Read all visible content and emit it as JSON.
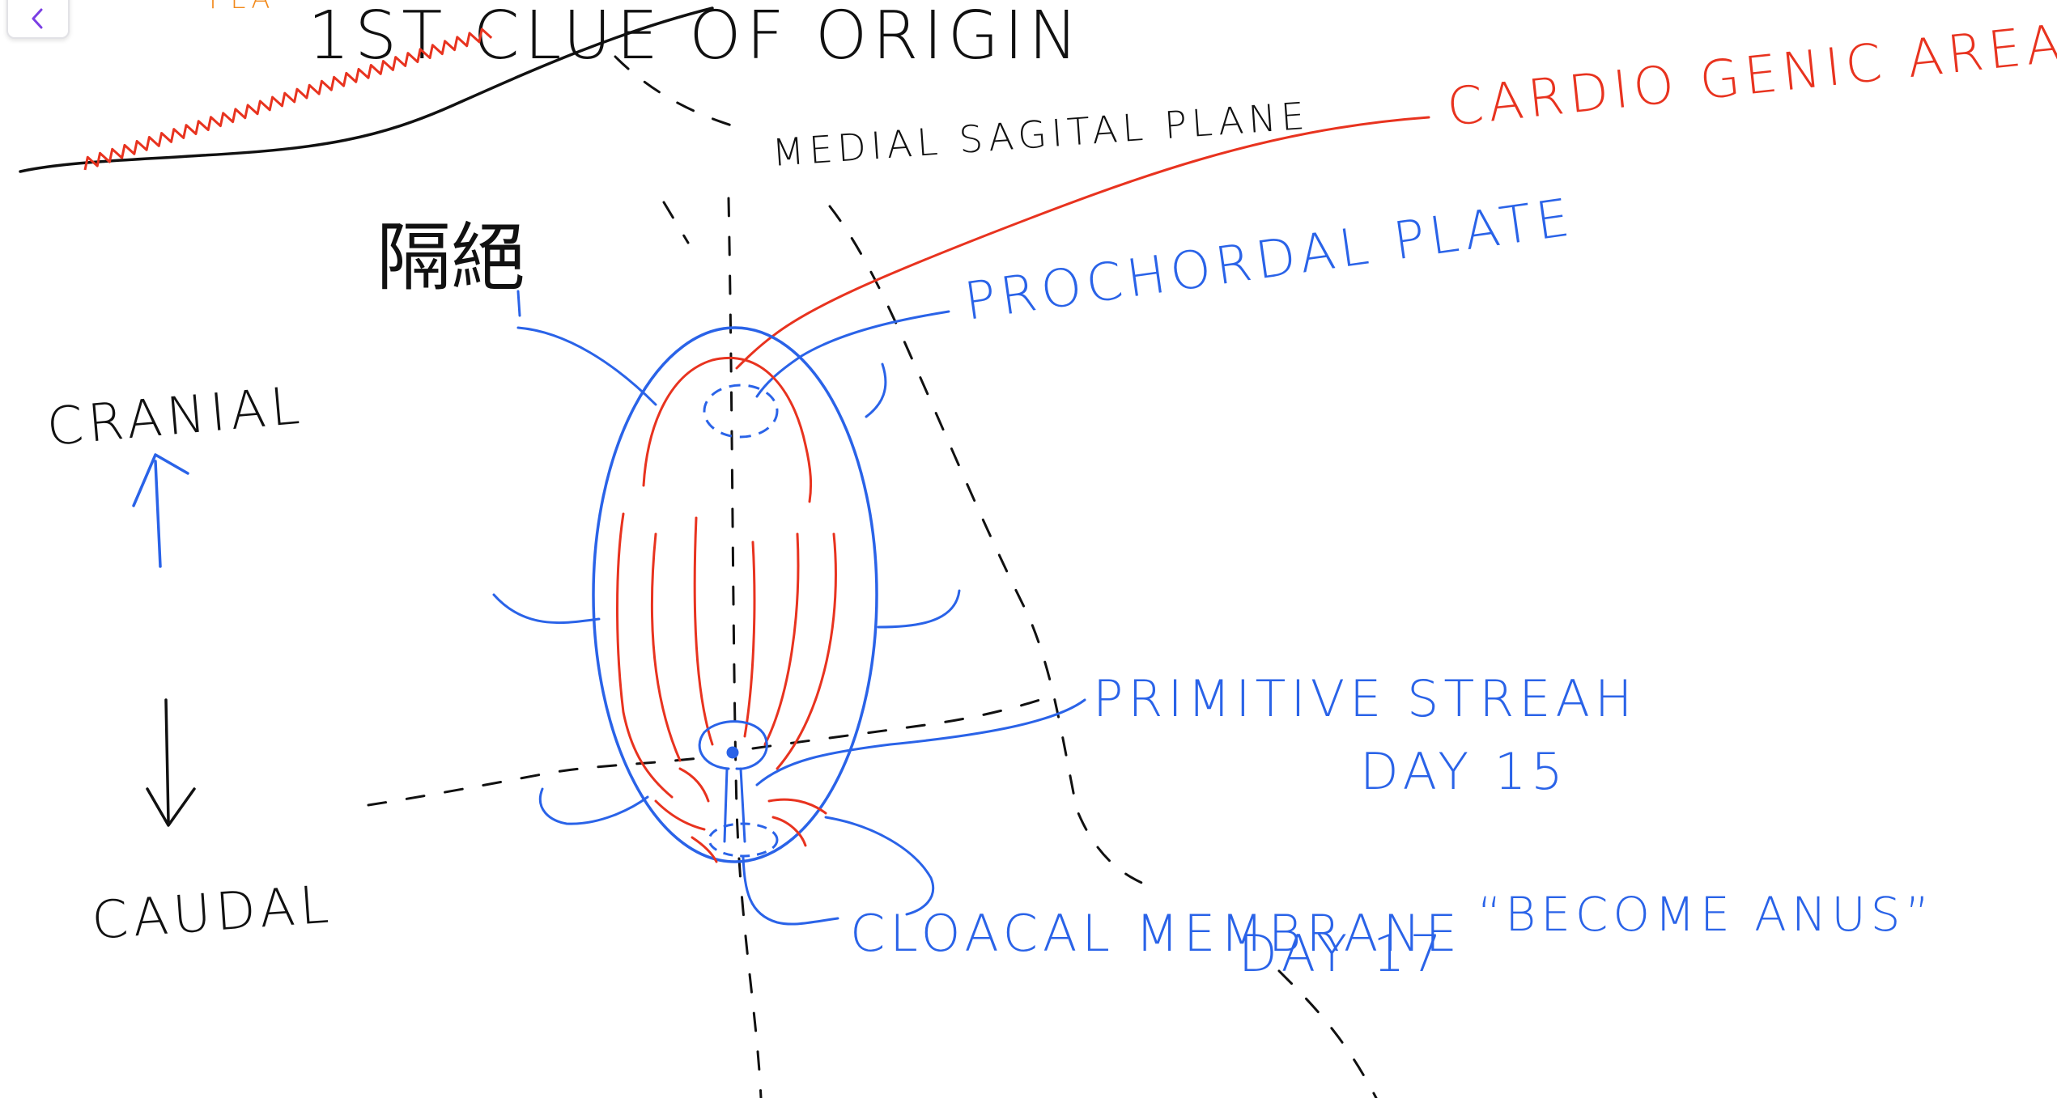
{
  "toolbar": {
    "back_icon": "chevron-left-icon"
  },
  "colors": {
    "ink_black": "#111111",
    "ink_blue": "#2a63e8",
    "ink_red": "#e8331f",
    "ink_orange": "#f28a1c",
    "accent_purple": "#7b3fe4"
  },
  "notes": {
    "title_partial": "1ST CLUE OF ORIGIN",
    "corner_partial": "PLA",
    "median_plane": "MEDIAL SAGITAL PLANE",
    "cardiogenic": "CARDIO GENIC AREA",
    "prochordal": "PROCHORDAL PLATE",
    "cranial": "CRANIAL",
    "caudal": "CAUDAL",
    "primitive_streak": "PRIMITIVE STREAH",
    "primitive_day": "DAY 15",
    "cloacal_membrane": "CLOACAL MEMBRANE",
    "cloacal_day": "DAY 17",
    "become_anus": "“BECOME ANUS”",
    "chinese_note": "隔絕"
  }
}
